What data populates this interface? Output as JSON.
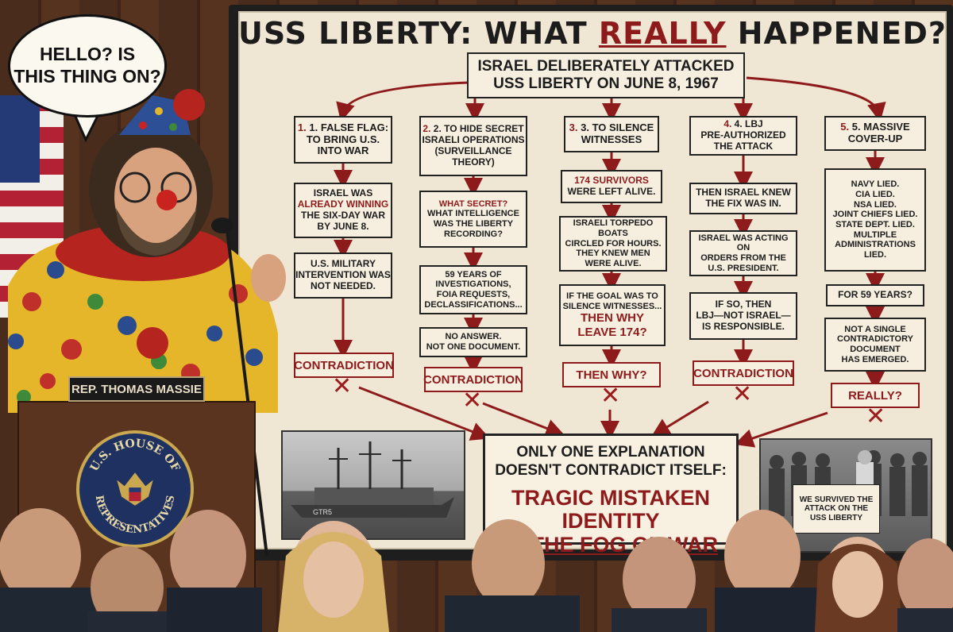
{
  "title": {
    "pre": "USS LIBERTY: WHAT ",
    "highlight": "REALLY",
    "post": " HAPPENED?"
  },
  "top_claim": {
    "line1": "ISRAEL DELIBERATELY ATTACKED",
    "line2": "USS LIBERTY ON JUNE 8, 1967"
  },
  "col1": {
    "header": [
      "1. FALSE FLAG:",
      "TO BRING U.S.",
      "INTO WAR"
    ],
    "b2_pre": "ISRAEL WAS",
    "b2_red": "ALREADY WINNING",
    "b2_post1": "THE SIX-DAY WAR",
    "b2_post2": "BY JUNE 8.",
    "b3": [
      "U.S. MILITARY",
      "INTERVENTION WAS",
      "NOT NEEDED."
    ],
    "verdict": "CONTRADICTION"
  },
  "col2": {
    "header": [
      "2. TO HIDE SECRET",
      "ISRAELI OPERATIONS",
      "(SURVEILLANCE",
      "THEORY)"
    ],
    "b2_red": "WHAT SECRET?",
    "b2_post": [
      "WHAT INTELLIGENCE",
      "WAS THE LIBERTY",
      "RECORDING?"
    ],
    "b3": [
      "59 YEARS OF",
      "INVESTIGATIONS,",
      "FOIA REQUESTS,",
      "DECLASSIFICATIONS..."
    ],
    "b4": [
      "NO ANSWER.",
      "NOT ONE DOCUMENT."
    ],
    "verdict": "CONTRADICTION"
  },
  "col3": {
    "header": [
      "3. TO SILENCE",
      "WITNESSES"
    ],
    "b2_red": "174 SURVIVORS",
    "b2_post": "WERE LEFT ALIVE.",
    "b3": [
      "ISRAELI TORPEDO BOATS",
      "CIRCLED FOR HOURS.",
      "THEY KNEW MEN",
      "WERE ALIVE."
    ],
    "b4_pre": [
      "IF THE GOAL WAS TO",
      "SILENCE WITNESSES..."
    ],
    "b4_red": [
      "THEN WHY",
      "LEAVE 174?"
    ],
    "verdict": "THEN WHY?"
  },
  "col4": {
    "header": [
      "4. LBJ",
      "PRE-AUTHORIZED",
      "THE ATTACK"
    ],
    "b2": [
      "THEN ISRAEL KNEW",
      "THE FIX WAS IN."
    ],
    "b3": [
      "ISRAEL WAS ACTING ON",
      "ORDERS FROM THE",
      "U.S. PRESIDENT."
    ],
    "b4": [
      "IF SO, THEN",
      "LBJ—NOT ISRAEL—",
      "IS RESPONSIBLE."
    ],
    "verdict": "CONTRADICTION"
  },
  "col5": {
    "header": [
      "5. MASSIVE",
      "COVER-UP"
    ],
    "b2": [
      "NAVY LIED.",
      "CIA LIED.",
      "NSA LIED.",
      "JOINT CHIEFS LIED.",
      "STATE DEPT. LIED.",
      "MULTIPLE",
      "ADMINISTRATIONS",
      "LIED."
    ],
    "b3": "FOR 59 YEARS?",
    "b4": [
      "NOT A SINGLE",
      "CONTRADICTORY",
      "DOCUMENT",
      "HAS EMERGED."
    ],
    "verdict": "REALLY?"
  },
  "conclusion": {
    "line1": "ONLY ONE EXPLANATION",
    "line2": "DOESN'T CONTRADICT ITSELF:",
    "line3": "TRAGIC MISTAKEN IDENTITY",
    "line4": "IN THE FOG OF WAR"
  },
  "ship_hull_text": "GTR5",
  "survivor_sign": [
    "WE SURVIVED THE",
    "ATTACK ON THE",
    "USS LIBERTY"
  ],
  "speech_bubble": [
    "HELLO? IS",
    "THIS THING ON?"
  ],
  "nameplate": "REP. THOMAS MASSIE",
  "seal": {
    "top": "U.S. HOUSE OF",
    "bottom": "REPRESENTATIVES"
  },
  "colors": {
    "accent_red": "#8e1b1b",
    "paper": "#efe6d4",
    "ink": "#1c1c1c"
  }
}
